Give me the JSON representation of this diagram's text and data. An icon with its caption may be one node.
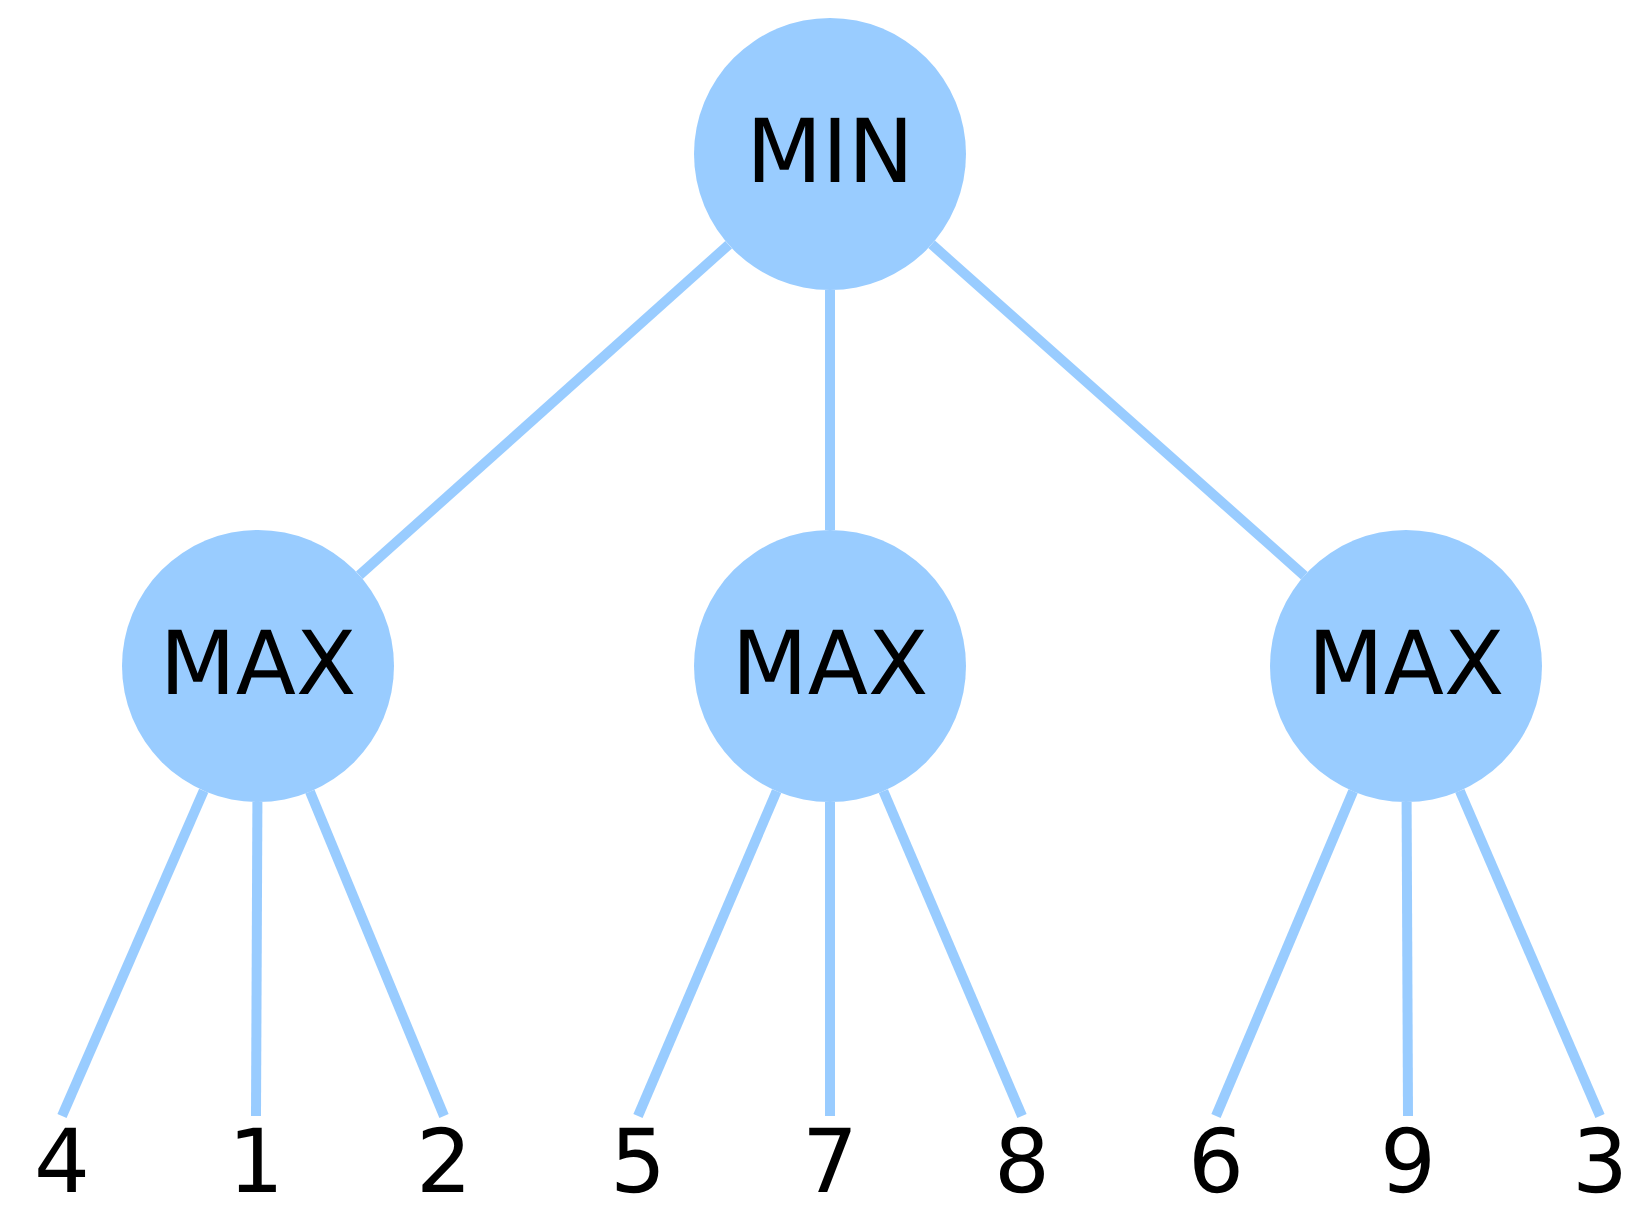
{
  "diagram": {
    "nodes": [
      {
        "text": [
          "MIN"
        ]
      },
      {
        "text": [
          "MAX"
        ]
      },
      {
        "text": [
          "MAX"
        ]
      },
      {
        "text": [
          "MAX"
        ]
      },
      {
        "text": [
          "4"
        ]
      },
      {
        "text": [
          "1"
        ]
      },
      {
        "text": [
          "2"
        ]
      },
      {
        "text": [
          "5"
        ]
      },
      {
        "text": [
          "7"
        ]
      },
      {
        "text": [
          "8"
        ]
      },
      {
        "text": [
          "6"
        ]
      },
      {
        "text": [
          "9"
        ]
      },
      {
        "text": [
          "3"
        ]
      }
    ],
    "edges": [
      {
        "from": 0,
        "to": 1,
        "arrow": "none"
      },
      {
        "from": 0,
        "to": 2,
        "arrow": "none"
      },
      {
        "from": 0,
        "to": 3,
        "arrow": "none"
      },
      {
        "from": 1,
        "to": 4,
        "arrow": "none"
      },
      {
        "from": 1,
        "to": 5,
        "arrow": "none"
      },
      {
        "from": 1,
        "to": 6,
        "arrow": "none"
      },
      {
        "from": 2,
        "to": 7,
        "arrow": "none"
      },
      {
        "from": 2,
        "to": 8,
        "arrow": "none"
      },
      {
        "from": 2,
        "to": 9,
        "arrow": "none"
      },
      {
        "from": 3,
        "to": 10,
        "arrow": "none"
      },
      {
        "from": 3,
        "to": 11,
        "arrow": "none"
      },
      {
        "from": 3,
        "to": 12,
        "arrow": "none"
      }
    ]
  }
}
